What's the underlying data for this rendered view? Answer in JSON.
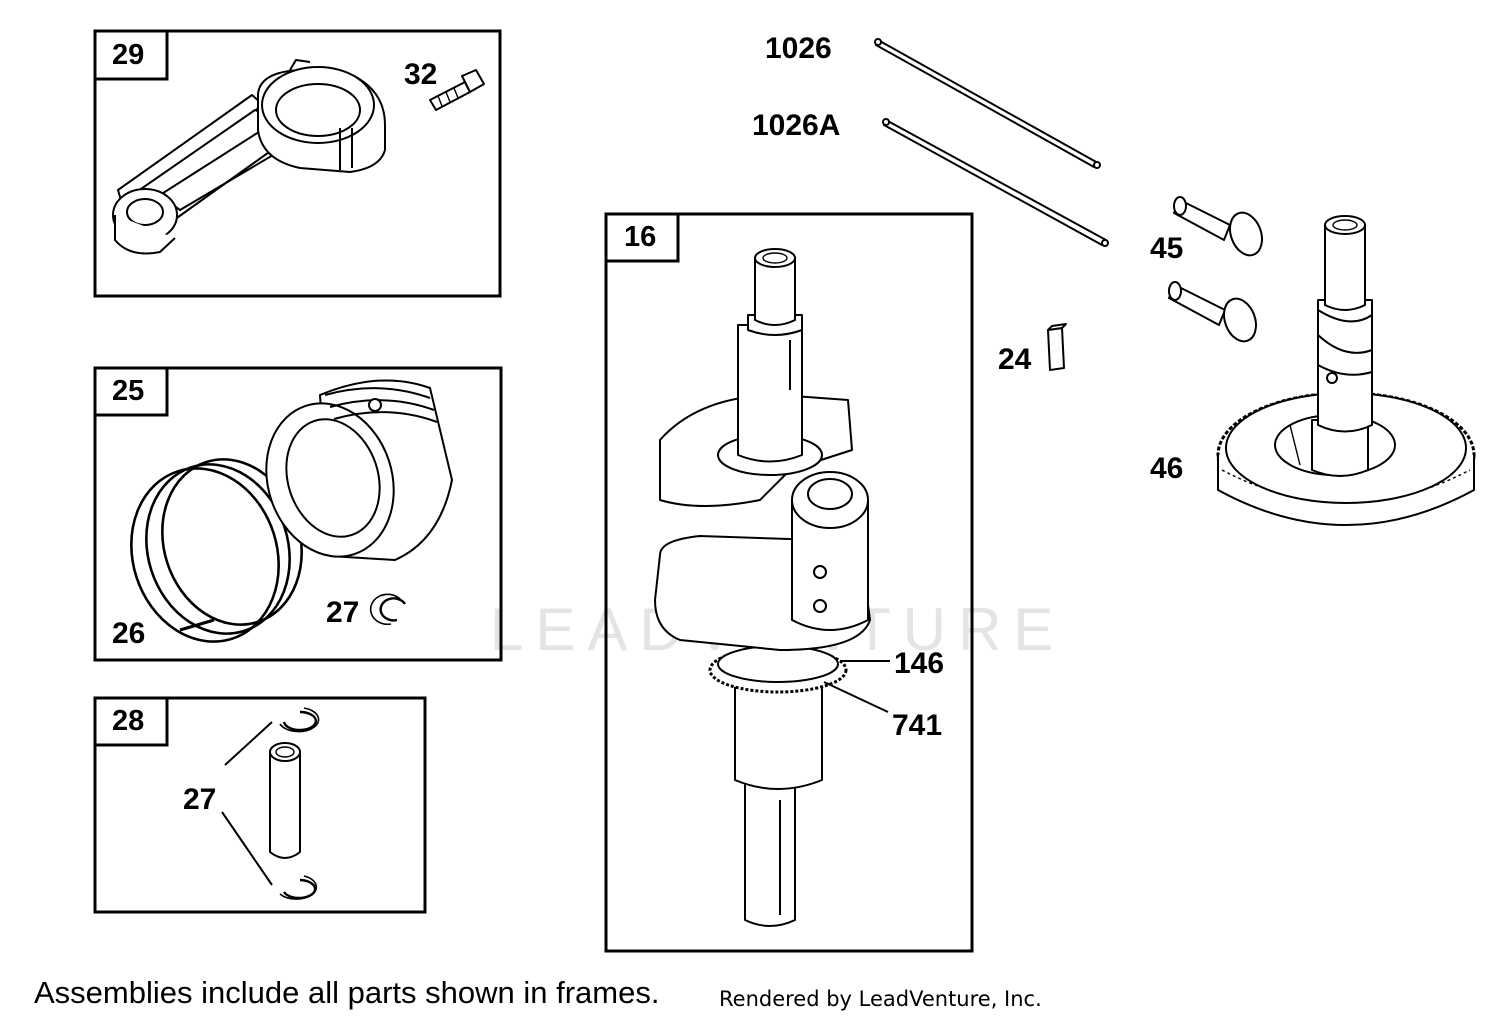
{
  "frames": [
    {
      "id": "29",
      "label": "29"
    },
    {
      "id": "25",
      "label": "25"
    },
    {
      "id": "28",
      "label": "28"
    },
    {
      "id": "16",
      "label": "16"
    }
  ],
  "callouts": {
    "c32": "32",
    "c26": "26",
    "c27_piston": "27",
    "c27_pin": "27",
    "c146": "146",
    "c741": "741",
    "c1026": "1026",
    "c1026a": "1026A",
    "c45": "45",
    "c24": "24",
    "c46": "46"
  },
  "watermark": "LEADVENTURE",
  "footer": {
    "note": "Assemblies include all parts shown in frames.",
    "credit": "Rendered by LeadVenture, Inc."
  },
  "icons": {
    "connecting_rod": "connecting-rod-icon",
    "rod_bolt": "bolt-icon",
    "piston": "piston-icon",
    "piston_rings": "piston-rings-icon",
    "retainer_clip": "retainer-clip-icon",
    "piston_pin": "piston-pin-icon",
    "crankshaft": "crankshaft-icon",
    "crank_gear": "gear-icon",
    "push_rod": "push-rod-icon",
    "valve_tappet": "tappet-icon",
    "key": "key-icon",
    "camshaft": "camshaft-icon"
  }
}
